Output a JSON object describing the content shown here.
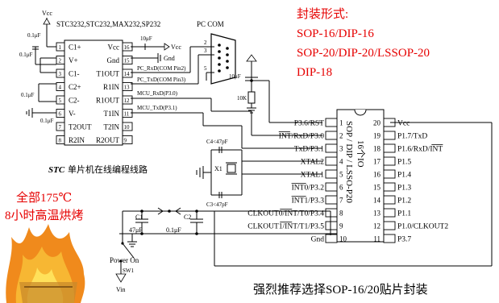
{
  "left_chip": {
    "title": "STC3232,STC232,MAX232,SP232",
    "vcc_top": "Vcc",
    "left_pins": [
      {
        "num": "1",
        "label": "C1+"
      },
      {
        "num": "2",
        "label": "V+"
      },
      {
        "num": "3",
        "label": "C1-"
      },
      {
        "num": "4",
        "label": "C2+"
      },
      {
        "num": "5",
        "label": "C2-"
      },
      {
        "num": "6",
        "label": "V-"
      },
      {
        "num": "7",
        "label": "T2OUT"
      },
      {
        "num": "8",
        "label": "R2IN"
      }
    ],
    "right_pins": [
      {
        "num": "16",
        "label": "Vcc"
      },
      {
        "num": "15",
        "label": "Gnd"
      },
      {
        "num": "14",
        "label": "T1OUT"
      },
      {
        "num": "13",
        "label": "R1IN"
      },
      {
        "num": "12",
        "label": "R1OUT"
      },
      {
        "num": "11",
        "label": "T1IN"
      },
      {
        "num": "10",
        "label": "T2IN"
      },
      {
        "num": "9",
        "label": "R2OUT"
      }
    ],
    "caps": [
      "0.1μF",
      "0.1μF",
      "0.1μF",
      "0.1μF"
    ],
    "cap_10u": "10μF",
    "vcc_label": "Vcc",
    "gnd_label": "Gnd",
    "net_labels": [
      "PC_RxD(COM Pin2)",
      "PC_TxD(COM Pin3)",
      "MCU_RxD(P3.0)",
      "MCU_TxD(P3.1)"
    ],
    "caption_bold": "STC",
    "caption_rest": " 单片机在线编程线路"
  },
  "com_port": {
    "title": "PC COM",
    "pins": [
      "2",
      "3",
      "5"
    ]
  },
  "pull": {
    "cap": "10μF",
    "res": "10K"
  },
  "package_note": {
    "heading": "封装形式:",
    "lines": [
      "SOP-16/DIP-16",
      "SOP-20/DIP-20/LSSOP-20",
      "DIP-18"
    ]
  },
  "main_chip": {
    "body_text_1": "16个IO",
    "body_text_2": "SOP / DIP / LSSO-P20",
    "left_pins": [
      {
        "num": "1",
        "label": "P3.6/RST"
      },
      {
        "num": "2",
        "label": "INT/RxD/P3.0"
      },
      {
        "num": "3",
        "label": "TxD/P3.1"
      },
      {
        "num": "4",
        "label": "XTAL2"
      },
      {
        "num": "5",
        "label": "XTAL1"
      },
      {
        "num": "6",
        "label": "INT0/P3.2"
      },
      {
        "num": "7",
        "label": "INT1/P3.3"
      },
      {
        "num": "8",
        "label": "CLKOUT0/INT/T0/P3.4"
      },
      {
        "num": "9",
        "label": "CLKOUT1/INT/T1/P3.5"
      },
      {
        "num": "10",
        "label": "Gnd"
      }
    ],
    "right_pins": [
      {
        "num": "20",
        "label": "Vcc"
      },
      {
        "num": "19",
        "label": "P1.7/TxD"
      },
      {
        "num": "18",
        "label": "P1.6/RxD/INT"
      },
      {
        "num": "17",
        "label": "P1.5"
      },
      {
        "num": "16",
        "label": "P1.4"
      },
      {
        "num": "15",
        "label": "P1.3"
      },
      {
        "num": "14",
        "label": "P1.2"
      },
      {
        "num": "13",
        "label": "P1.1"
      },
      {
        "num": "12",
        "label": "P1.0/CLKOUT2"
      },
      {
        "num": "11",
        "label": "P3.7"
      }
    ]
  },
  "crystal": {
    "c4": "C4<47pF",
    "c3": "C3<47pF",
    "x1": "X1"
  },
  "power": {
    "c1": "C1",
    "c1_val": "47μF",
    "c2": "C2",
    "c2_val": "0.1μF",
    "switch_label": "Power On",
    "switch_ref": "SW1",
    "vin": "Vin"
  },
  "badge": {
    "line1": "全部175℃",
    "line2": "8小时高温烘烤"
  },
  "bottom_note": "强烈推荐选择SOP-16/20贴片封装",
  "colors": {
    "accent_red": "#e60000",
    "flame_outer": "#f08a1c",
    "flame_inner": "#ffe15a"
  }
}
